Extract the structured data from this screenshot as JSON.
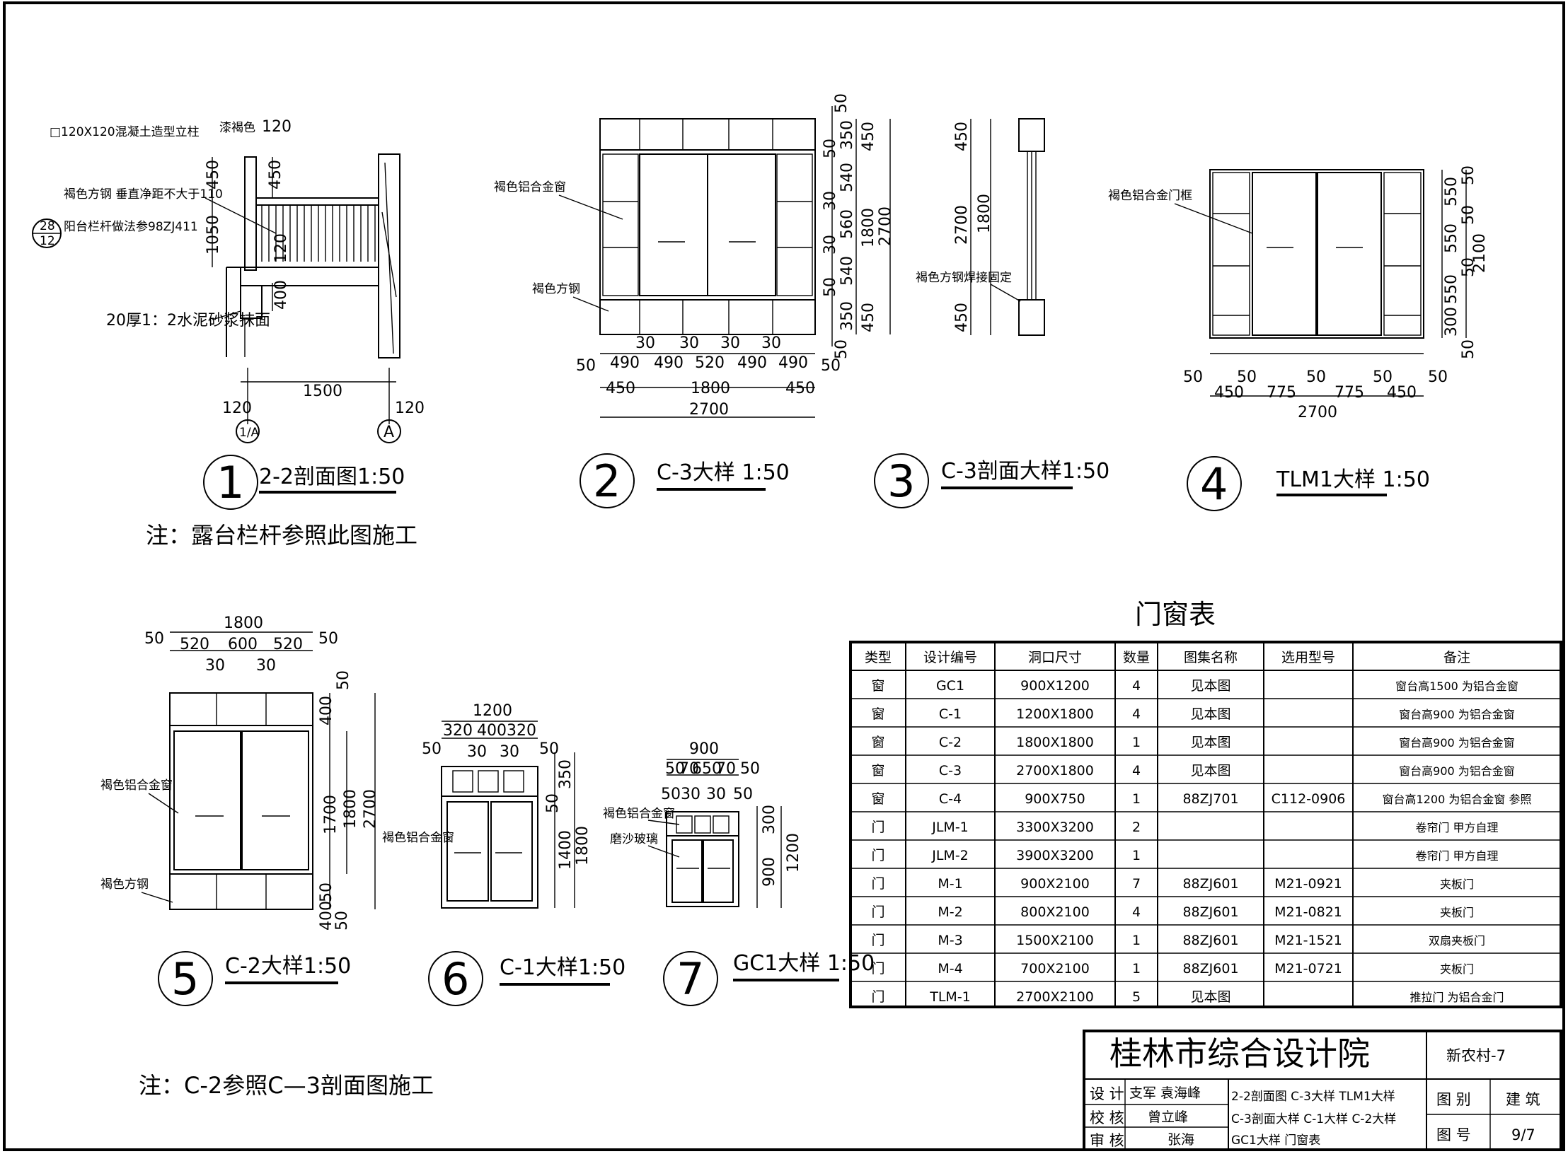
{
  "details": {
    "d1": {
      "number": "1",
      "title": "2-2剖面图1:50",
      "post_label": "□120X120混凝土造型立柱",
      "paint_label": "漆褐色",
      "rail_label": "褐色方钢 垂直净距不大于110",
      "ref_label": "阳台栏杆做法参98ZJ411",
      "ref_top": "28",
      "ref_bottom": "12",
      "mortar_label": "20厚1：2水泥砂浆抹面",
      "dims": {
        "top_120": "120",
        "d450a": "450",
        "d450b": "450",
        "d1050": "1050",
        "d120": "120",
        "d400": "400",
        "d1500": "1500",
        "d120l": "120",
        "d120r": "120"
      },
      "axis_left": "1/A",
      "axis_right": "A",
      "note": "注：露台栏杆参照此图施工"
    },
    "d2": {
      "number": "2",
      "title": "C-3大样 1:50",
      "label_window": "褐色铝合金窗",
      "label_steel": "褐色方钢",
      "dims_bottom_1": [
        "50",
        "490",
        "30",
        "490",
        "30",
        "520",
        "30",
        "490",
        "30",
        "490",
        "50"
      ],
      "dims_bottom_2": [
        "450",
        "1800",
        "450"
      ],
      "dim_total": "2700",
      "dims_right_1": [
        "50",
        "350",
        "50",
        "540",
        "30",
        "560",
        "30",
        "540",
        "50",
        "350",
        "50"
      ],
      "dims_right_2": [
        "450",
        "1800",
        "450"
      ],
      "dim_right_total": "2700"
    },
    "d3": {
      "number": "3",
      "title": "C-3剖面大样1:50",
      "label": "褐色方钢焊接固定",
      "dims": [
        "450",
        "1800",
        "450"
      ],
      "dim_total": "2700"
    },
    "d4": {
      "number": "4",
      "title": "TLM1大样 1:50",
      "label": "褐色铝合金门框",
      "dims_bottom_1": [
        "50",
        "450",
        "50",
        "775",
        "50",
        "775",
        "50",
        "450",
        "50"
      ],
      "dim_total": "2700",
      "dims_right": [
        "50",
        "550",
        "50",
        "550",
        "50",
        "550",
        "50",
        "300"
      ],
      "dim_right_total": "2100"
    },
    "d5": {
      "number": "5",
      "title": "C-2大样1:50",
      "label_window": "褐色铝合金窗",
      "label_steel": "褐色方钢",
      "dim_total": "1800",
      "dims_top": [
        "50",
        "520",
        "600",
        "520",
        "50"
      ],
      "dims_top_30": [
        "30",
        "30"
      ],
      "dims_right_1": [
        "50",
        "400",
        "1700",
        "50",
        "400",
        "50"
      ],
      "dims_right_2": "1800",
      "dims_right_total": "2700",
      "note": "注：C-2参照C—3剖面图施工"
    },
    "d6": {
      "number": "6",
      "title": "C-1大样1:50",
      "label_window": "褐色铝合金窗",
      "dim_total": "1200",
      "dims_top": [
        "320",
        "400",
        "320"
      ],
      "dims_top_small": [
        "50",
        "30",
        "30",
        "50"
      ],
      "dims_right": [
        "350",
        "50",
        "1400"
      ],
      "dim_right_total": "1800"
    },
    "d7": {
      "number": "7",
      "title": "GC1大样 1:50",
      "label_window": "褐色铝合金窗",
      "label_glass": "磨沙玻璃",
      "dim_total": "900",
      "dims_top": [
        "50",
        "70",
        "650",
        "70",
        "50"
      ],
      "dims_top_small": [
        "50",
        "30",
        "30",
        "50"
      ],
      "dims_right": [
        "300",
        "900"
      ],
      "dim_right_total": "1200"
    }
  },
  "table": {
    "title": "门窗表",
    "headers": [
      "类型",
      "设计编号",
      "洞口尺寸",
      "数量",
      "图集名称",
      "选用型号",
      "备注"
    ],
    "rows": [
      [
        "窗",
        "GC1",
        "900X1200",
        "4",
        "见本图",
        "",
        "窗台高1500 为铝合金窗"
      ],
      [
        "窗",
        "C-1",
        "1200X1800",
        "4",
        "见本图",
        "",
        "窗台高900 为铝合金窗"
      ],
      [
        "窗",
        "C-2",
        "1800X1800",
        "1",
        "见本图",
        "",
        "窗台高900 为铝合金窗"
      ],
      [
        "窗",
        "C-3",
        "2700X1800",
        "4",
        "见本图",
        "",
        "窗台高900 为铝合金窗"
      ],
      [
        "窗",
        "C-4",
        "900X750",
        "1",
        "88ZJ701",
        "C112-0906",
        "窗台高1200 为铝合金窗 参照"
      ],
      [
        "门",
        "JLM-1",
        "3300X3200",
        "2",
        "",
        "",
        "卷帘门 甲方自理"
      ],
      [
        "门",
        "JLM-2",
        "3900X3200",
        "1",
        "",
        "",
        "卷帘门 甲方自理"
      ],
      [
        "门",
        "M-1",
        "900X2100",
        "7",
        "88ZJ601",
        "M21-0921",
        "夹板门"
      ],
      [
        "门",
        "M-2",
        "800X2100",
        "4",
        "88ZJ601",
        "M21-0821",
        "夹板门"
      ],
      [
        "门",
        "M-3",
        "1500X2100",
        "1",
        "88ZJ601",
        "M21-1521",
        "双扇夹板门"
      ],
      [
        "门",
        "M-4",
        "700X2100",
        "1",
        "88ZJ601",
        "M21-0721",
        "夹板门"
      ],
      [
        "门",
        "TLM-1",
        "2700X2100",
        "5",
        "见本图",
        "",
        "推拉门 为铝合金门"
      ]
    ]
  },
  "title_block": {
    "institute": "桂林市综合设计院",
    "project": "新农村-7",
    "design_label": "设 计",
    "design_names": "支军 袁海峰",
    "check_label": "校 核",
    "check_name": "曾立峰",
    "review_label": "审 核",
    "review_name": "张海",
    "drawing_names": [
      "2-2剖面图 C-3大样 TLM1大样",
      "C-3剖面大样 C-1大样 C-2大样",
      "GC1大样 门窗表"
    ],
    "category_label": "图 别",
    "category": "建 筑",
    "sheet_label": "图 号",
    "sheet": "9/7"
  }
}
